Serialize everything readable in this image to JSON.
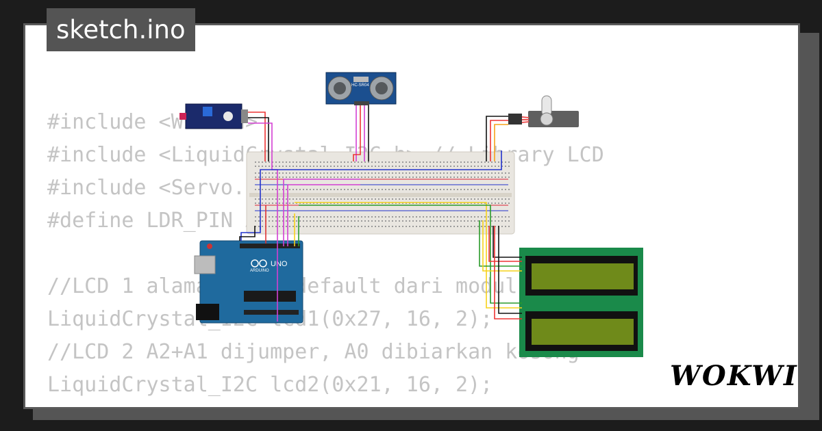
{
  "title": "sketch.ino",
  "brand": "WOKWI",
  "code_lines": [
    "#include <Wire.h>",
    "#include <LiquidCrystal_I2C.h> // Library LCD",
    "#include <Servo.h>",
    "#define LDR_PIN A0",
    "",
    "//LCD 1 alamat 0x27 default dari modul I2C LCD",
    "LiquidCrystal_I2C lcd1(0x27, 16, 2);",
    "//LCD 2 A2+A1 dijumper, A0 dibiarkan kosong",
    "LiquidCrystal_I2C lcd2(0x21, 16, 2);"
  ],
  "components": {
    "ultrasonic_label": "HC-SR04",
    "arduino_label": "UNO",
    "arduino_brand": "ARDUINO"
  },
  "colors": {
    "background": "#1c1c1c",
    "card": "#ffffff",
    "title_bg": "#545454",
    "code_text": "#c4c4c4",
    "arduino_blue": "#1f6a9e",
    "lcd_green": "#1a8a4a",
    "lcd_screen": "#6f8a1a"
  }
}
